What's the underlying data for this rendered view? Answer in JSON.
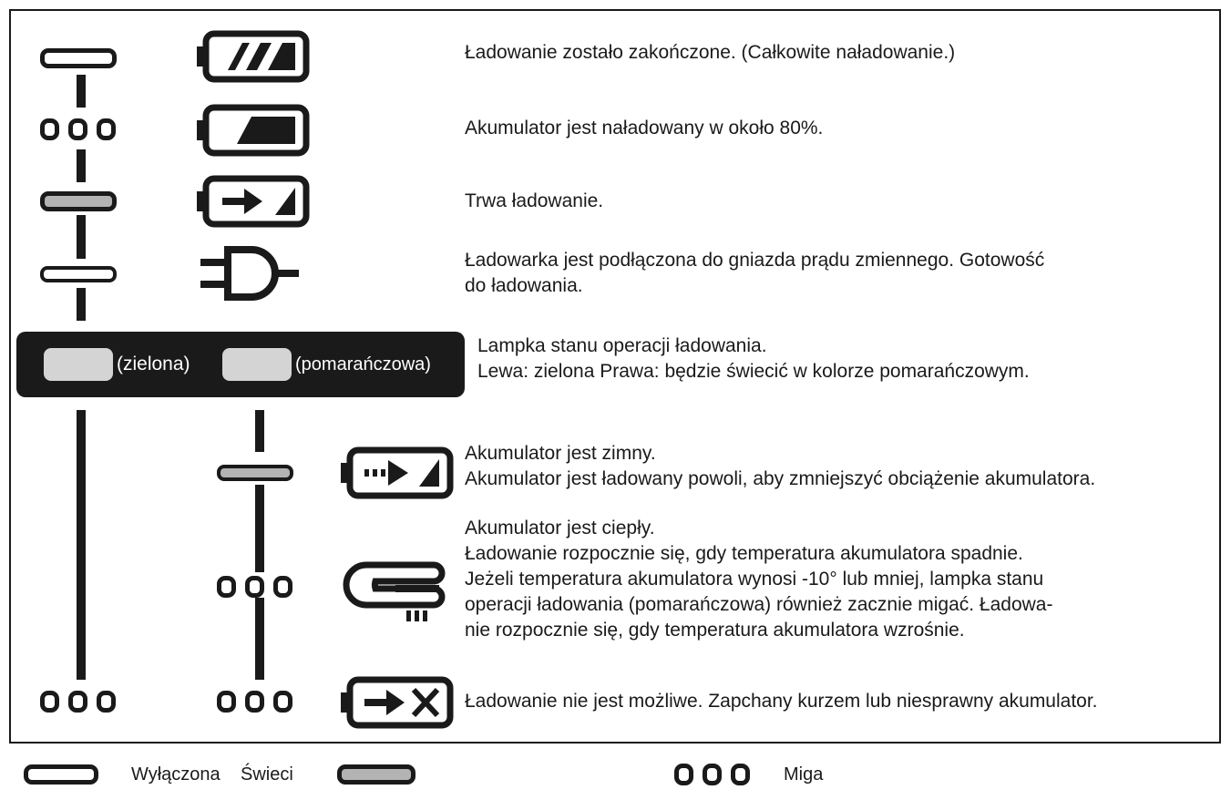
{
  "rows": [
    {
      "text": "Ładowanie zostało zakończone. (Całkowite naładowanie.)"
    },
    {
      "text": "Akumulator jest naładowany w około 80%."
    },
    {
      "text": "Trwa ładowanie."
    },
    {
      "lines": [
        "Ładowarka jest podłączona do gniazda prądu zmiennego. Gotowość",
        "do ładowania."
      ]
    },
    {
      "lines": [
        "Akumulator jest zimny.",
        "Akumulator jest ładowany powoli, aby zmniejszyć obciążenie akumulatora."
      ]
    },
    {
      "lines": [
        "Akumulator jest ciepły.",
        "Ładowanie rozpocznie się, gdy temperatura akumulatora spadnie.",
        "Jeżeli temperatura akumulatora wynosi -10° lub mniej, lampka stanu",
        "operacji ładowania (pomarańczowa) również zacznie migać. Ładowa-",
        "nie rozpocznie się, gdy temperatura akumulatora wzrośnie."
      ]
    },
    {
      "text": "Ładowanie nie jest możliwe. Zapchany kurzem lub niesprawny akumulator."
    }
  ],
  "header": {
    "green_label": "(zielona)",
    "orange_label": "(pomarańczowa)",
    "lines": [
      "Lampka stanu operacji ładowania.",
      "Lewa: zielona Prawa: będzie świecić w kolorze pomarańczowym."
    ]
  },
  "legend": {
    "off_label": "Wyłączona",
    "on_label": "Świeci",
    "blink_label": "Miga"
  }
}
